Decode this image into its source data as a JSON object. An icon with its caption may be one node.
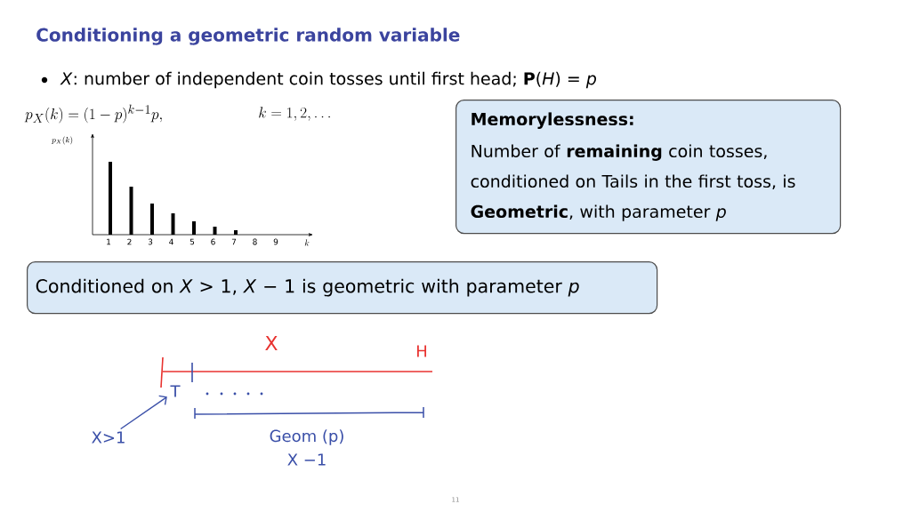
{
  "diagram": {
    "title": "Conditioning a geometric random variable",
    "nodes": [
      {
        "text": [
          "Memorylessness:",
          "Number of **remaining** coin tosses, conditioned on Tails in the first toss, is **Geometric**, with parameter *p*"
        ]
      },
      {
        "text": [
          "Conditioned on *X* > 1, *X* − 1 is geometric with parameter *p*"
        ]
      },
      {
        "text": [
          "X>1"
        ]
      },
      {
        "text": [
          "T"
        ]
      }
    ],
    "edges": [
      {
        "from": 2,
        "to": 3,
        "arrow": "to"
      }
    ],
    "labels": [
      "*X*: number of independent coin tosses until first head; **P**(*H*) = *p*",
      "p_X(k) = (1-p)^{k-1}p,",
      "k = 1, 2, \\ldots",
      "p_X(k)",
      "1",
      "2",
      "3",
      "4",
      "5",
      "6",
      "7",
      "8",
      "9",
      "k",
      "X",
      "H",
      "Geom (p)",
      "X −1",
      "11"
    ]
  }
}
